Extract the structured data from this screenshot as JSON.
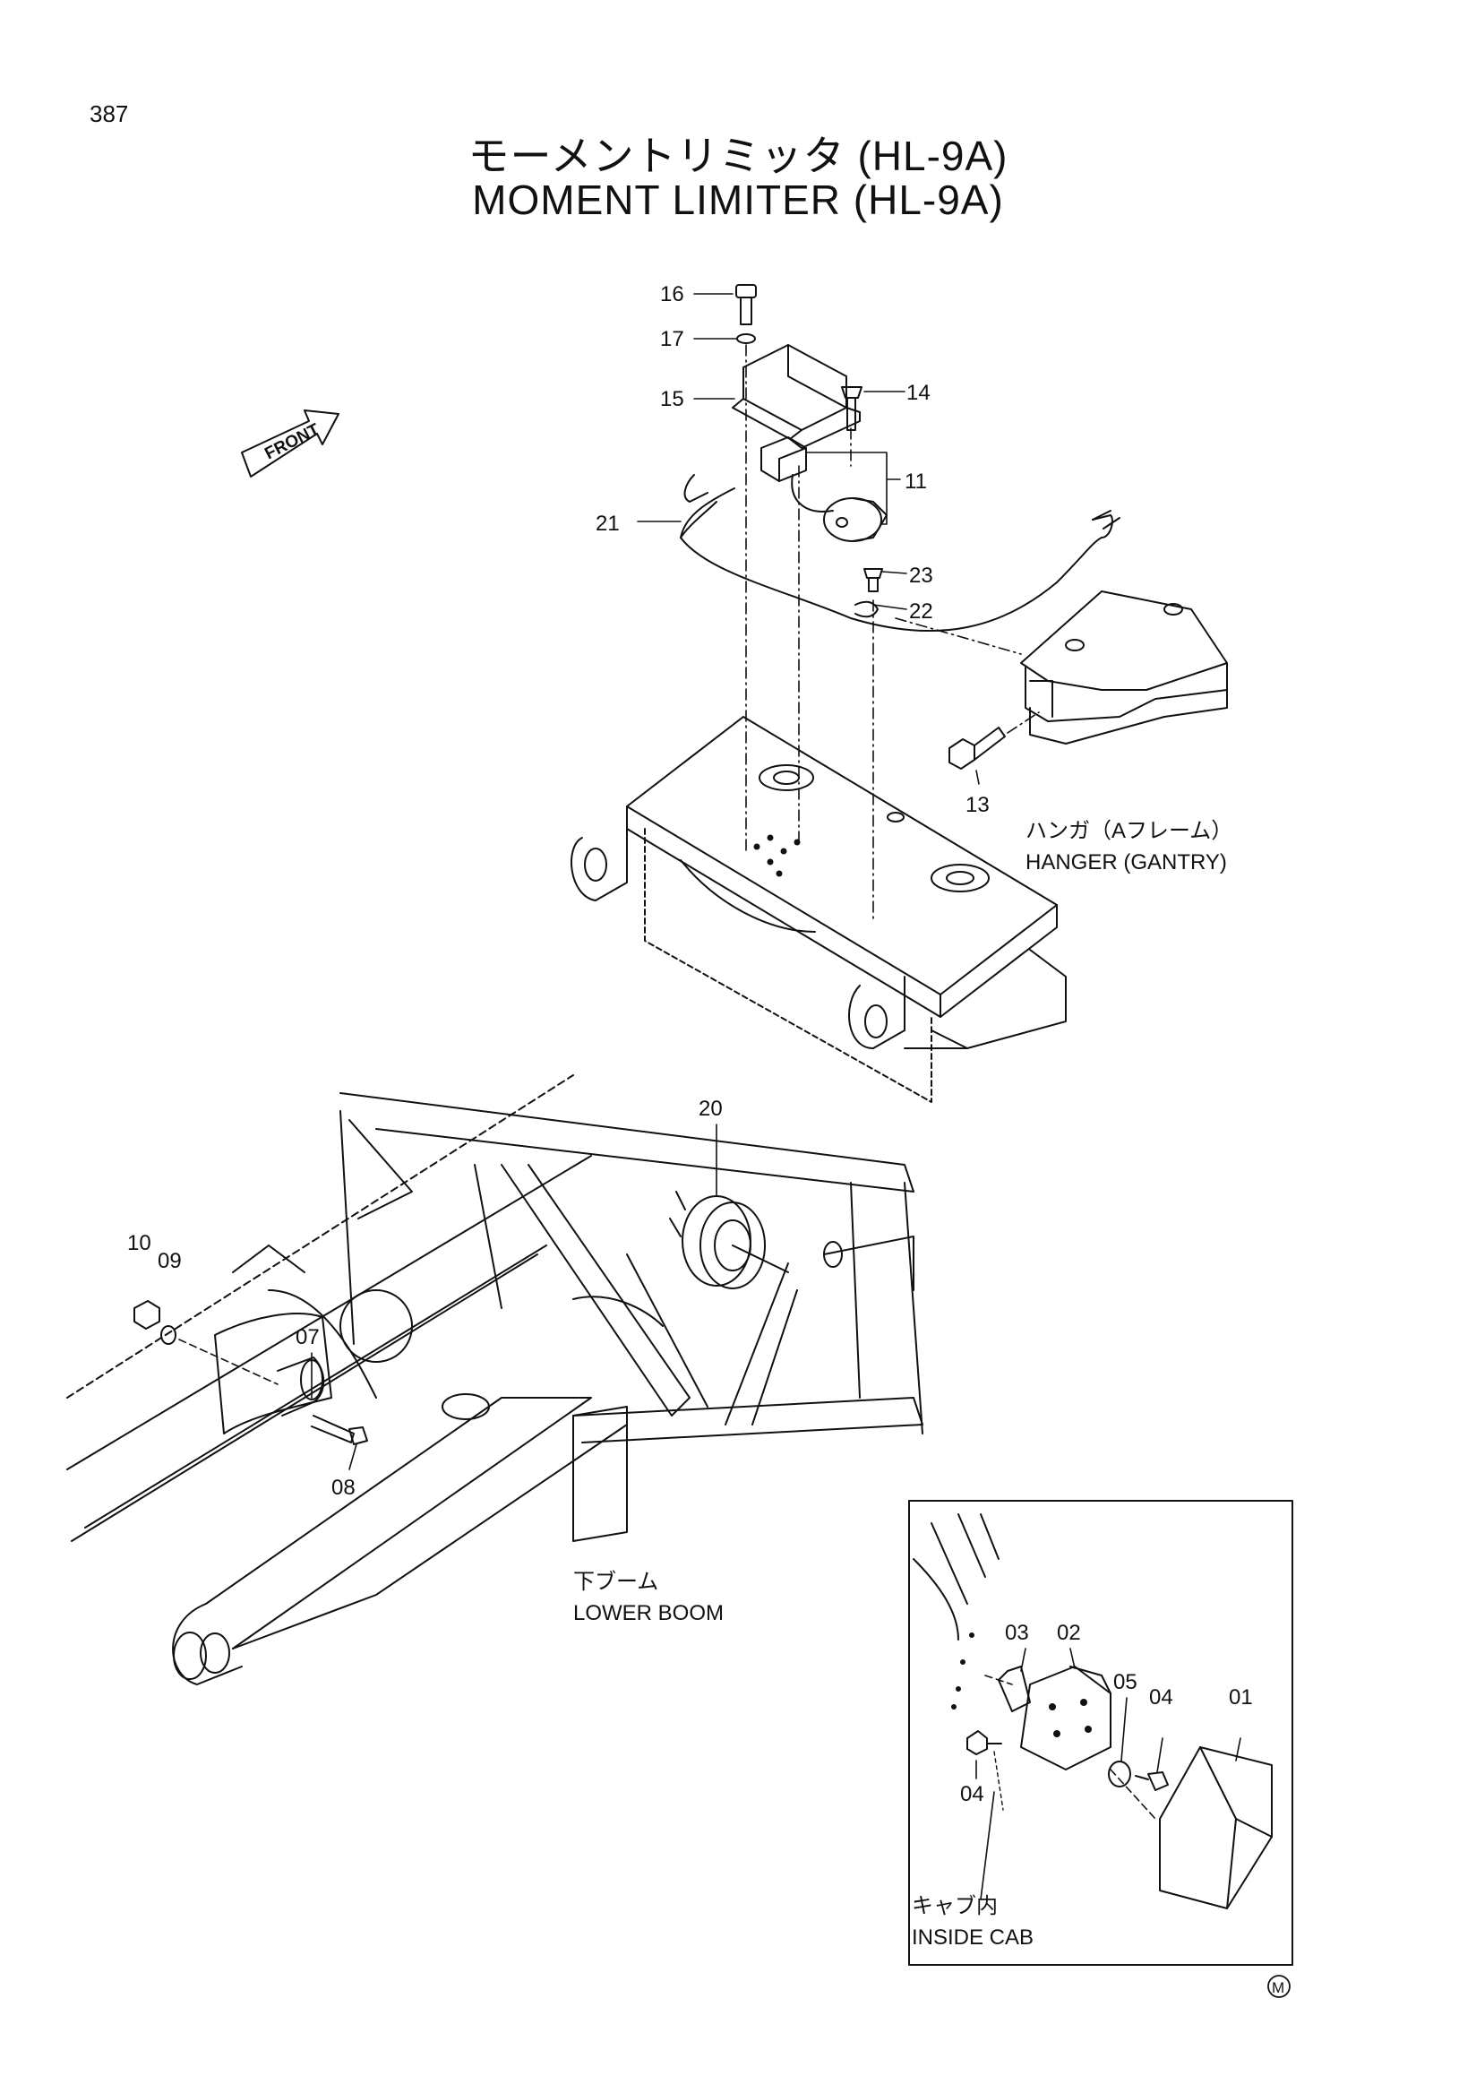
{
  "page_number": "387",
  "title_jp": "モーメントリミッタ (HL-9A)",
  "title_en": "MOMENT LIMITER (HL-9A)",
  "front_label": "FRONT",
  "callouts": {
    "c16": "16",
    "c17": "17",
    "c15": "15",
    "c14": "14",
    "c11": "11",
    "c21": "21",
    "c23": "23",
    "c22": "22",
    "c13": "13",
    "c20": "20",
    "c10": "10",
    "c09": "09",
    "c07": "07",
    "c08": "08",
    "c03": "03",
    "c02": "02",
    "c05": "05",
    "c04a": "04",
    "c01": "01",
    "c04b": "04"
  },
  "labels": {
    "hanger_jp": "ハンガ（Aフレーム）",
    "hanger_en": "HANGER (GANTRY)",
    "lower_boom_jp": "下ブーム",
    "lower_boom_en": "LOWER BOOM",
    "inside_cab_jp": "キャブ内",
    "inside_cab_en": "INSIDE CAB"
  },
  "mark": "M"
}
